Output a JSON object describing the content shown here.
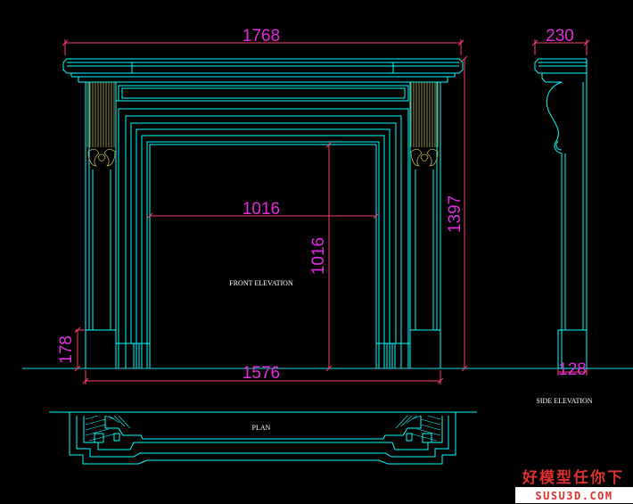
{
  "colors": {
    "background": "#000000",
    "outline": "#00ffff",
    "dimension_line": "#ff3b6b",
    "dimension_text": "#e22ce0",
    "label_text": "#ffffff",
    "ground_line": "#1fd3e0",
    "carving": "#b8b35a",
    "watermark_red": "#e03030"
  },
  "dimensions": {
    "overall_width": "1768",
    "side_depth": "230",
    "opening_width": "1016",
    "opening_height": "1016",
    "overall_height": "1397",
    "plinth_height": "178",
    "base_width": "1576",
    "side_plinth": "128"
  },
  "labels": {
    "front": "FRONT ELEVATION",
    "side": "SIDE ELEVATION",
    "plan": "PLAN"
  },
  "watermark": {
    "chinese": "好模型任你下",
    "site": "SUSU3D.COM"
  }
}
